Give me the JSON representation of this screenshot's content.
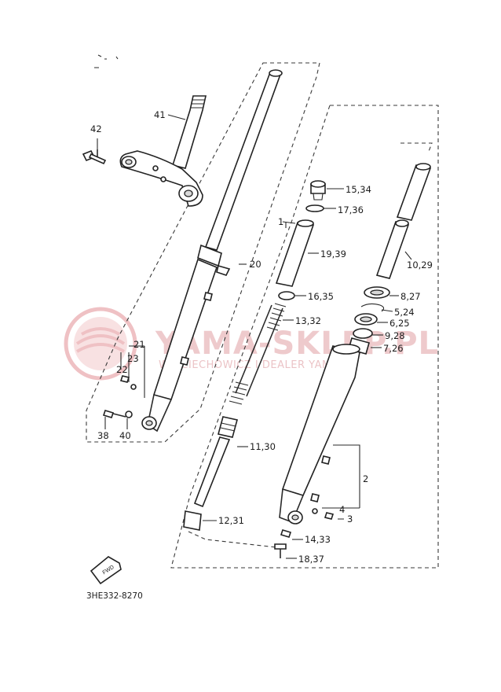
{
  "watermark": {
    "title": "YAMA-SKLEP.PL",
    "subtitle": "WOJCIECHOWICZ I DEALER YAMAHA"
  },
  "diagram_code": "3HE332-8270",
  "fwd_label": "FWD",
  "callouts": {
    "c1": "1",
    "c2": "2",
    "c3": "3",
    "c4": "4",
    "c5": "5,24",
    "c6": "6,25",
    "c7": "7,26",
    "c8": "8,27",
    "c9": "9,28",
    "c10": "10,29",
    "c11": "11,30",
    "c12": "12,31",
    "c13": "13,32",
    "c14": "14,33",
    "c15": "15,34",
    "c16": "16,35",
    "c17": "17,36",
    "c18": "18,37",
    "c19": "19,39",
    "c20": "20",
    "c21": "21",
    "c22": "22",
    "c23": "23",
    "c38": "38",
    "c40": "40",
    "c41": "41",
    "c42": "42"
  }
}
